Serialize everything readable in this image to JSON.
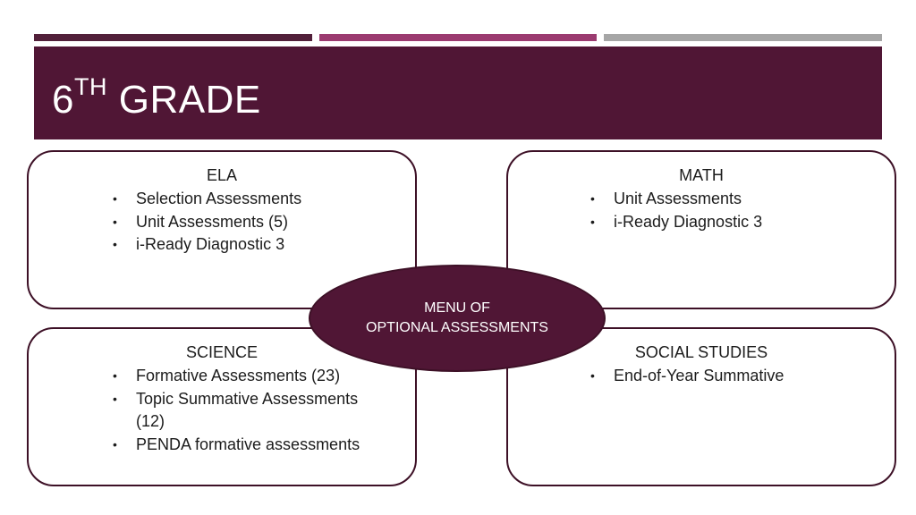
{
  "slide": {
    "title_main": "6",
    "title_superscript": "TH",
    "title_rest": "GRADE"
  },
  "colors": {
    "primary": "#501635",
    "accent_stripe_1": "#52203a",
    "accent_stripe_2": "#9b3b70",
    "accent_stripe_3": "#a6a6a6",
    "text_light": "#ffffff",
    "text_dark": "#1c1c1c"
  },
  "center": {
    "line1": "MENU OF",
    "line2": "OPTIONAL ASSESSMENTS"
  },
  "quadrants": {
    "ela": {
      "heading": "ELA",
      "items": [
        "Selection Assessments",
        "Unit Assessments (5)",
        "i-Ready Diagnostic 3"
      ]
    },
    "math": {
      "heading": "MATH",
      "items": [
        "Unit Assessments",
        "i-Ready Diagnostic 3"
      ]
    },
    "science": {
      "heading": "SCIENCE",
      "items": [
        "Formative Assessments (23)",
        "Topic Summative Assessments (12)",
        "PENDA formative assessments"
      ]
    },
    "social_studies": {
      "heading": "SOCIAL STUDIES",
      "items": [
        "End-of-Year Summative"
      ]
    }
  },
  "icons": {
    "bullet": "bullet-dot"
  }
}
